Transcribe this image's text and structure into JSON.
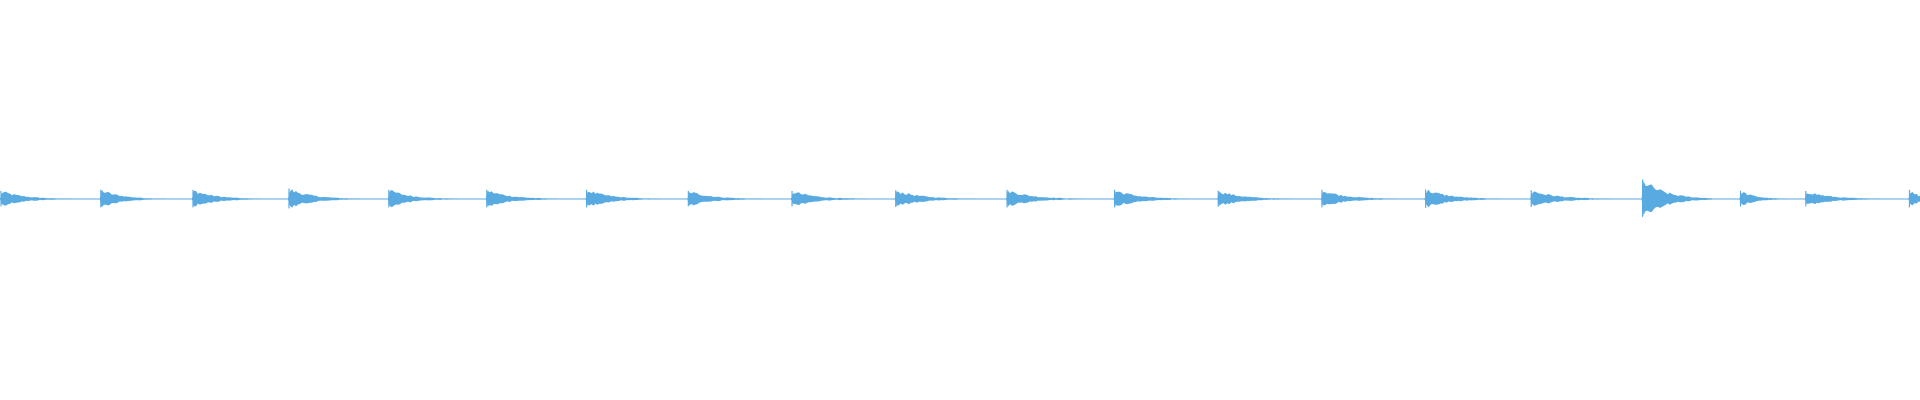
{
  "waveform": {
    "color": "#5aaae2",
    "background": "#ffffff",
    "onsets": [
      0,
      0.052,
      0.1,
      0.15,
      0.202,
      0.253,
      0.305,
      0.358,
      0.412,
      0.466,
      0.524,
      0.58,
      0.634,
      0.688,
      0.742,
      0.797,
      0.855,
      0.906,
      0.94,
      0.994
    ],
    "peaks": [
      0.35,
      0.4,
      0.4,
      0.45,
      0.4,
      0.4,
      0.4,
      0.35,
      0.35,
      0.38,
      0.4,
      0.4,
      0.36,
      0.4,
      0.42,
      0.38,
      0.85,
      0.36,
      0.35,
      0.4
    ]
  }
}
